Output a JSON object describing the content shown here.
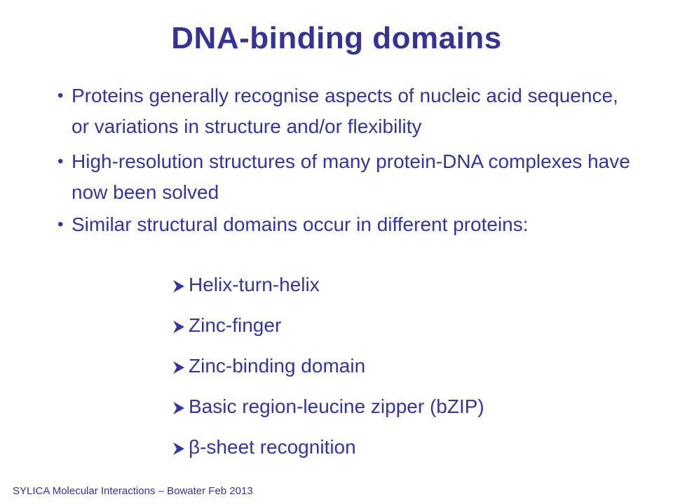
{
  "slide": {
    "title": "DNA-binding domains",
    "bullets": [
      {
        "marker": "•",
        "text": "Proteins generally recognise aspects of nucleic acid sequence, or variations in structure and/or flexibility"
      },
      {
        "marker": "•",
        "text": "High-resolution structures of many protein-DNA complexes have now been solved"
      },
      {
        "marker": "•",
        "text": "Similar structural domains occur in different proteins:"
      }
    ],
    "sub_items": [
      {
        "icon": "arrow-bullet-icon",
        "text": "Helix-turn-helix"
      },
      {
        "icon": "arrow-bullet-icon",
        "text": "Zinc-finger"
      },
      {
        "icon": "arrow-bullet-icon",
        "text": "Zinc-binding domain"
      },
      {
        "icon": "arrow-bullet-icon",
        "text": "Basic region-leucine zipper (bZIP)"
      },
      {
        "icon": "arrow-bullet-icon",
        "text": "β-sheet recognition"
      }
    ],
    "footer": "SYLICA Molecular Interactions – Bowater Feb 2013"
  },
  "colors": {
    "title": "#333399",
    "body_text": "#3333aa",
    "background": "#ffffff"
  }
}
